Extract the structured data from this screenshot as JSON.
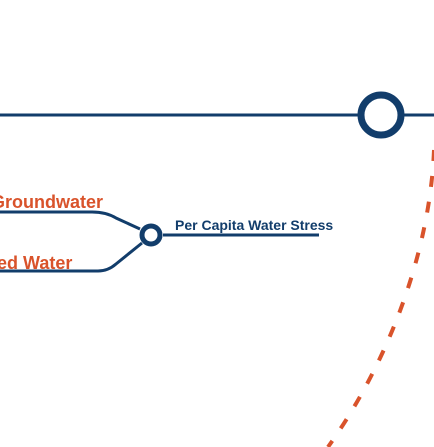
{
  "labels": {
    "groundwater": "Groundwater",
    "reclaimed_water": "Reclaimed Water",
    "per_capita_water_stress": "Per Capita Water Stress"
  },
  "colors": {
    "navy": "#123d6b",
    "orange": "#d9532b",
    "background": "#ffffff"
  }
}
